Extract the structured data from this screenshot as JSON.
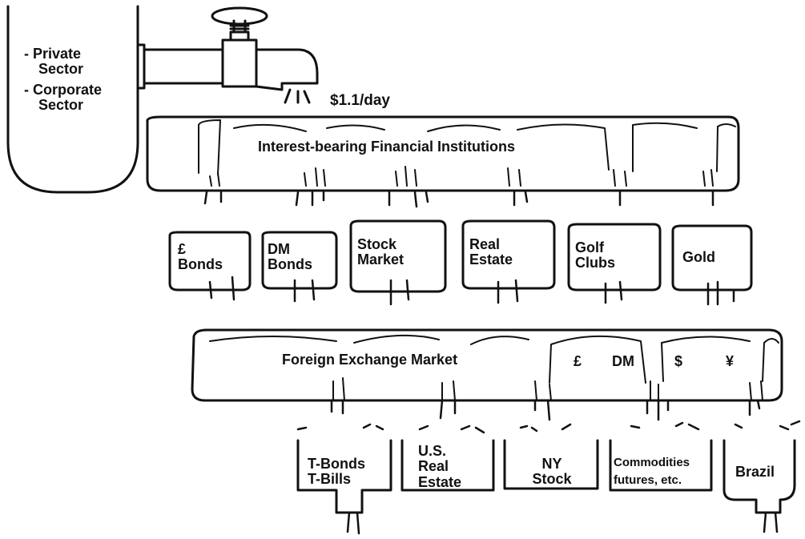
{
  "source": {
    "lines": [
      "- Private",
      "  Sector",
      "- Corporate",
      "  Sector"
    ]
  },
  "flow_label": "$1.1/day",
  "top_tank": "Interest-bearing Financial Institutions",
  "middle_tanks": [
    {
      "lines": [
        "£",
        "Bonds"
      ]
    },
    {
      "lines": [
        "DM",
        "Bonds"
      ]
    },
    {
      "lines": [
        "Stock",
        "Market"
      ]
    },
    {
      "lines": [
        "Real",
        "Estate"
      ]
    },
    {
      "lines": [
        "Golf",
        "Clubs"
      ]
    },
    {
      "lines": [
        "Gold"
      ]
    }
  ],
  "fx_tank": {
    "label": "Foreign Exchange Market",
    "currencies": [
      "£",
      "DM",
      "$",
      "¥"
    ]
  },
  "bottom_tanks": [
    {
      "lines": [
        "T-Bonds",
        "T-Bills"
      ]
    },
    {
      "lines": [
        "U.S.",
        "Real",
        "Estate"
      ]
    },
    {
      "lines": [
        "NY",
        "Stock"
      ]
    },
    {
      "lines": [
        "Commodities",
        "futures, etc."
      ]
    },
    {
      "lines": [
        "Brazil"
      ]
    }
  ]
}
